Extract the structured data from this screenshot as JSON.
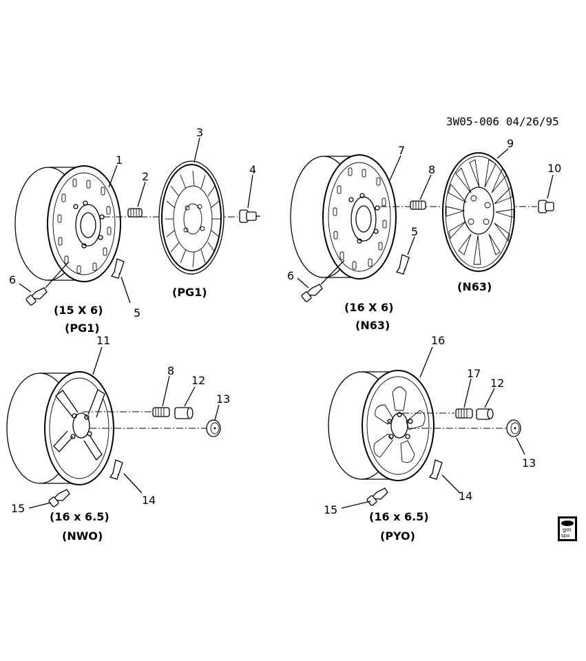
{
  "header": {
    "drawing_code": "3W05-006 04/26/95"
  },
  "logo": {
    "line1": "gm",
    "line2": "spo"
  },
  "groups": {
    "pg1": {
      "wheel_size": "(15 X 6)",
      "wheel_option": "(PG1)",
      "cover_option": "(PG1)",
      "callouts": {
        "wheel": "1",
        "stud": "2",
        "cover": "3",
        "nut": "4",
        "weight": "5",
        "valve": "6"
      }
    },
    "n63": {
      "wheel_size": "(16 X 6)",
      "wheel_option": "(N63)",
      "cover_option": "(N63)",
      "callouts": {
        "wheel": "7",
        "stud": "8",
        "cover": "9",
        "nut": "10",
        "weight": "5",
        "valve": "6"
      }
    },
    "nwo": {
      "wheel_size": "(16 x 6.5)",
      "wheel_option": "(NWO)",
      "callouts": {
        "wheel": "11",
        "stud": "8",
        "nut": "12",
        "cap": "13",
        "weight": "14",
        "valve": "15"
      }
    },
    "pyo": {
      "wheel_size": "(16 x 6.5)",
      "wheel_option": "(PYO)",
      "callouts": {
        "wheel": "16",
        "stud": "17",
        "nut": "12",
        "cap": "13",
        "weight": "14",
        "valve": "15"
      }
    }
  }
}
